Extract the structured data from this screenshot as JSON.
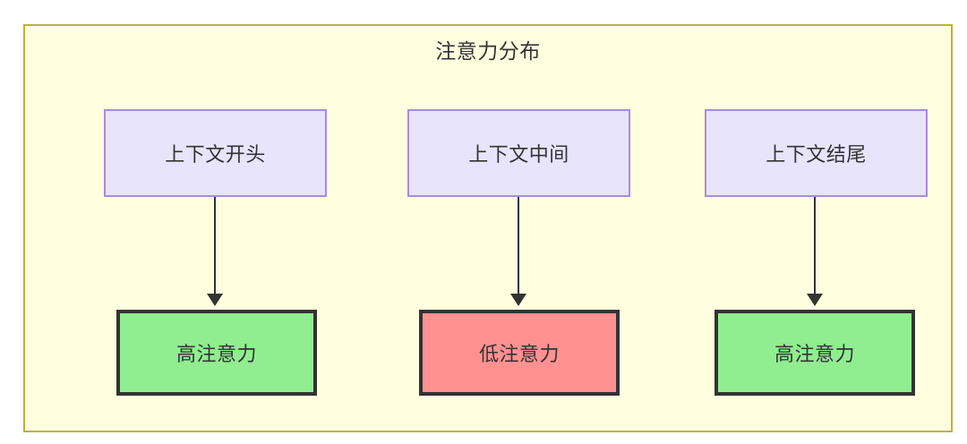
{
  "diagram": {
    "title": "注意力分布",
    "container": {
      "fill": "#ffffe0",
      "border": "#bdb23c"
    },
    "context_nodes": [
      {
        "label": "上下文开头",
        "fill": "#e8e4fc",
        "border": "#a78be0"
      },
      {
        "label": "上下文中间",
        "fill": "#e8e4fc",
        "border": "#a78be0"
      },
      {
        "label": "上下文结尾",
        "fill": "#e8e4fc",
        "border": "#a78be0"
      }
    ],
    "attention_nodes": [
      {
        "label": "高注意力",
        "level": "high",
        "fill": "#90ee90",
        "border": "#333333"
      },
      {
        "label": "低注意力",
        "level": "low",
        "fill": "#ff9191",
        "border": "#333333"
      },
      {
        "label": "高注意力",
        "level": "high",
        "fill": "#90ee90",
        "border": "#333333"
      }
    ],
    "edges": [
      {
        "from": "上下文开头",
        "to": "高注意力"
      },
      {
        "from": "上下文中间",
        "to": "低注意力"
      },
      {
        "from": "上下文结尾",
        "to": "高注意力"
      }
    ]
  }
}
